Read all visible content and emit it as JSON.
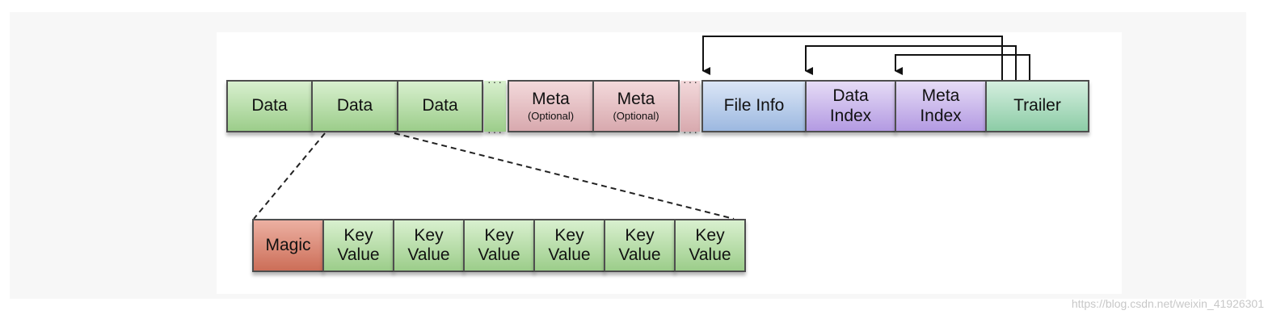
{
  "top_row": {
    "data_blocks": [
      "Data",
      "Data",
      "Data"
    ],
    "meta_blocks": [
      {
        "label": "Meta",
        "sub": "(Optional)"
      },
      {
        "label": "Meta",
        "sub": "(Optional)"
      }
    ],
    "file_info": "File Info",
    "data_index": [
      "Data",
      "Index"
    ],
    "meta_index": [
      "Meta",
      "Index"
    ],
    "trailer": "Trailer"
  },
  "bottom_row": {
    "magic": "Magic",
    "key_values": [
      [
        "Key",
        "Value"
      ],
      [
        "Key",
        "Value"
      ],
      [
        "Key",
        "Value"
      ],
      [
        "Key",
        "Value"
      ],
      [
        "Key",
        "Value"
      ],
      [
        "Key",
        "Value"
      ]
    ]
  },
  "watermark": "https://blog.csdn.net/weixin_41926301",
  "colors": {
    "data": "#b8e0a8",
    "meta": "#e7c2c6",
    "file_info": "#b8cdee",
    "index": "#c8b6ee",
    "trailer": "#b0dec2",
    "magic": "#d98877"
  }
}
